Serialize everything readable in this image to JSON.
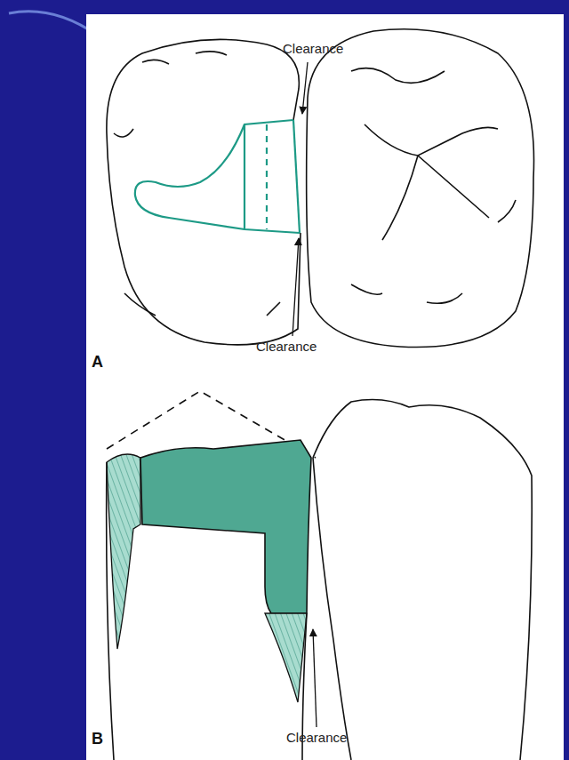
{
  "diagram": {
    "labels": [
      "Clearance",
      "Clearance",
      "A",
      "Clearance",
      "B"
    ]
  }
}
